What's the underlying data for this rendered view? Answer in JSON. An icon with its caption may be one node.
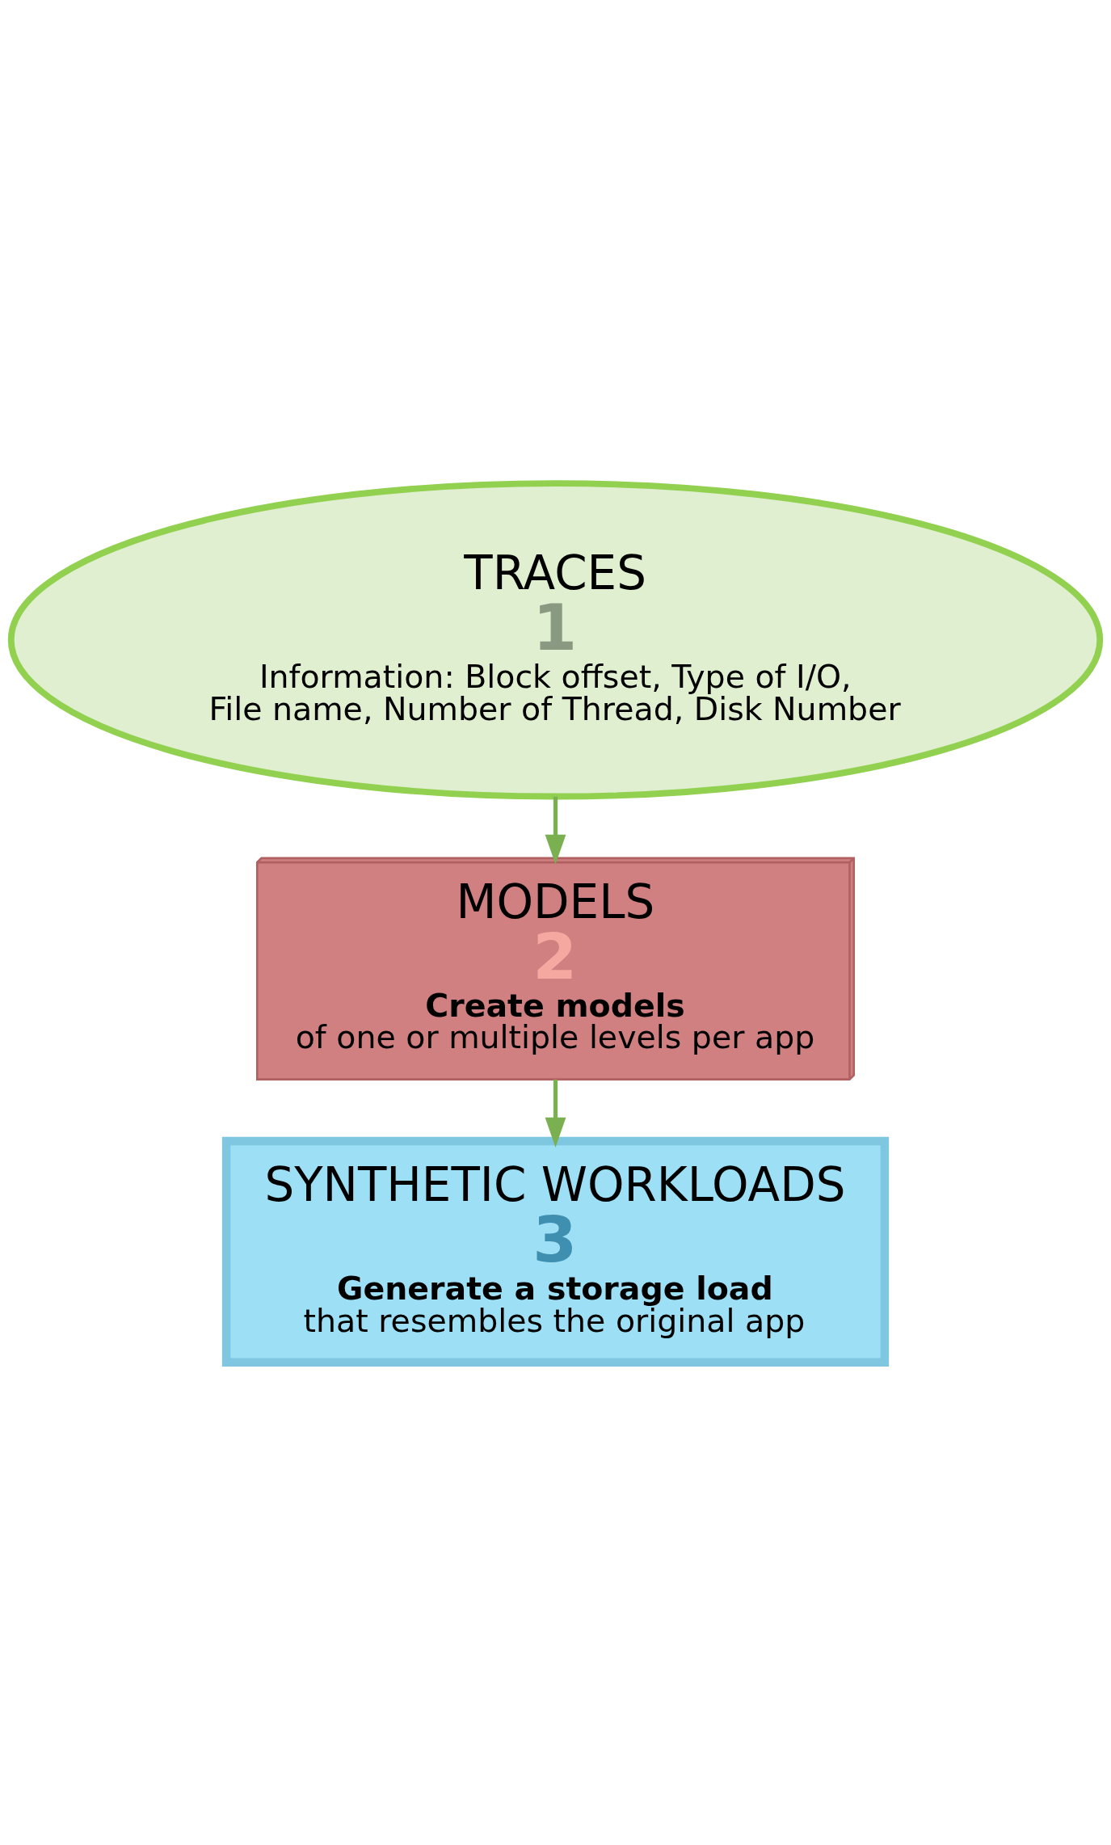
{
  "diagram": {
    "nodes": [
      {
        "text": [
          "TRACES",
          "1",
          "Information: Block offset, Type of I/O, File name, Number of Thread, Disk Number"
        ]
      },
      {
        "text": [
          "MODELS",
          "2",
          "Create models",
          "of one or multiple levels per app"
        ]
      },
      {
        "text": [
          "SYNTHETIC WORKLOADS",
          "3",
          "Generate a storage load",
          "that resembles the original app"
        ]
      }
    ],
    "edges": [
      {
        "from": 0,
        "to": 1,
        "arrow": "to"
      },
      {
        "from": 1,
        "to": 2,
        "arrow": "to"
      }
    ]
  }
}
